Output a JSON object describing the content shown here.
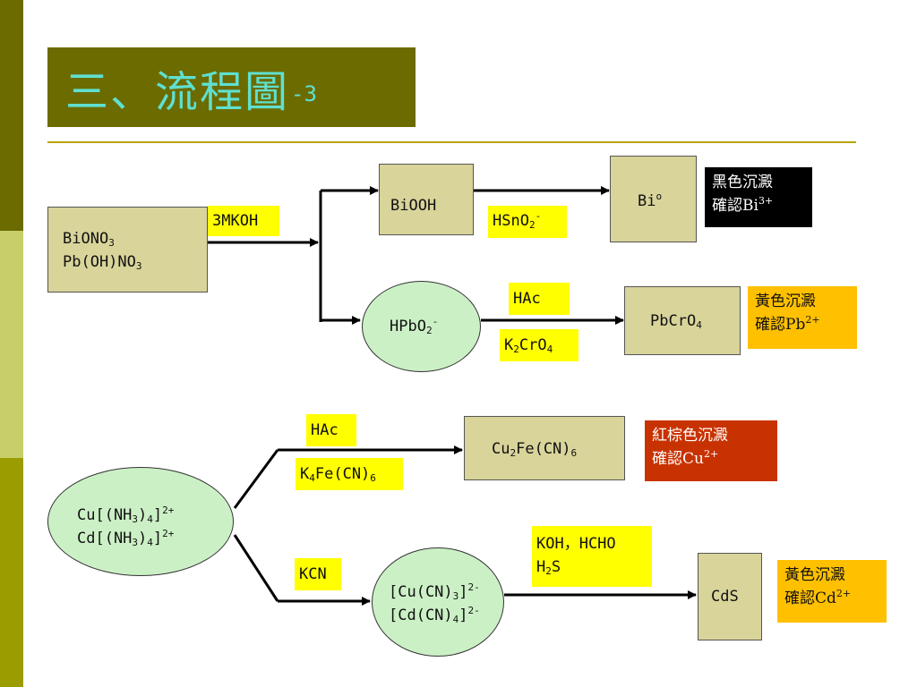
{
  "title": {
    "main": "三、流程圖",
    "suffix": "-3"
  },
  "top_diagram": {
    "start": {
      "line1": "BiONO3",
      "line2": "Pb(OH)NO3"
    },
    "reagent_start": "3MKOH",
    "bi_product": "BiOOH",
    "bi_reagent": "HSnO2-",
    "bi_final": "Bio",
    "bi_note": {
      "line1": "黑色沉澱",
      "line2": "確認Bi3+"
    },
    "pb_product": "HPbO2-",
    "pb_reagent_1": "HAc",
    "pb_reagent_2": "K2CrO4",
    "pb_final": "PbCrO4",
    "pb_note": {
      "line1": "黃色沉澱",
      "line2": "確認Pb2+"
    }
  },
  "bottom_diagram": {
    "start": {
      "line1": "Cu[(NH3)4]2+",
      "line2": "Cd[(NH3)4]2+"
    },
    "cu_reagent_1": "HAc",
    "cu_reagent_2": "K4Fe(CN)6",
    "cu_final": "Cu2Fe(CN)6",
    "cu_note": {
      "line1": "紅棕色沉澱",
      "line2": "確認Cu2+"
    },
    "cd_reagent": "KCN",
    "cd_product": {
      "line1": "[Cu(CN)3]2-",
      "line2": "[Cd(CN)4]2-"
    },
    "cd_reagent_2": {
      "line1": "KOH，HCHO",
      "line2": "H2S"
    },
    "cd_final": "CdS",
    "cd_note": {
      "line1": "黃色沉澱",
      "line2": "確認Cd2+"
    }
  },
  "colors": {
    "title_bg": "#6b6b00",
    "title_text": "#5fe0d0",
    "box_fill": "#d8d49a",
    "ellipse_fill": "#ccf0c6",
    "label_fill": "#ffff00",
    "note_black": "#000000",
    "note_orange": "#ffc000",
    "note_red": "#c83200"
  }
}
